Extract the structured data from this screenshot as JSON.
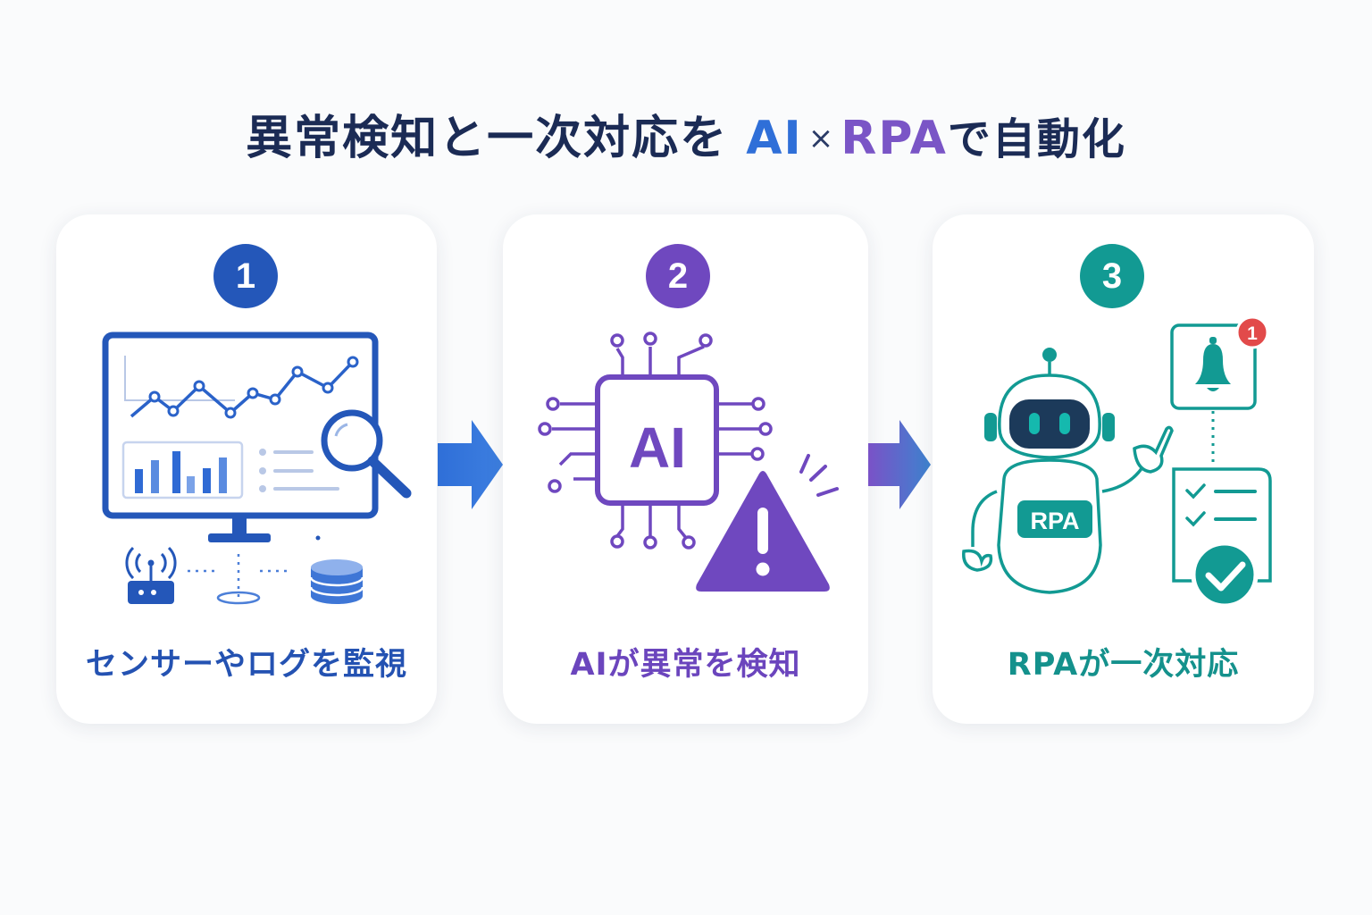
{
  "title": {
    "prefix": "異常検知と一次対応を",
    "ai": "AI",
    "times": "×",
    "rpa": "RPA",
    "suffix": "で自動化"
  },
  "steps": [
    {
      "number": "1",
      "caption": "センサーやログを監視",
      "color": "#2457b9"
    },
    {
      "number": "2",
      "caption": "AIが異常を検知",
      "color": "#6f48bf",
      "chip_label": "AI"
    },
    {
      "number": "3",
      "caption": "RPAが一次対応",
      "color": "#129a93",
      "robot_label": "RPA",
      "notification_count": "1"
    }
  ],
  "icons": [
    "monitor-icon",
    "line-chart-icon",
    "bar-chart-icon",
    "magnifier-icon",
    "sensor-icon",
    "database-icon",
    "ai-chip-icon",
    "warning-icon",
    "robot-icon",
    "bell-icon",
    "checklist-icon",
    "check-icon",
    "arrow-right-icon"
  ]
}
